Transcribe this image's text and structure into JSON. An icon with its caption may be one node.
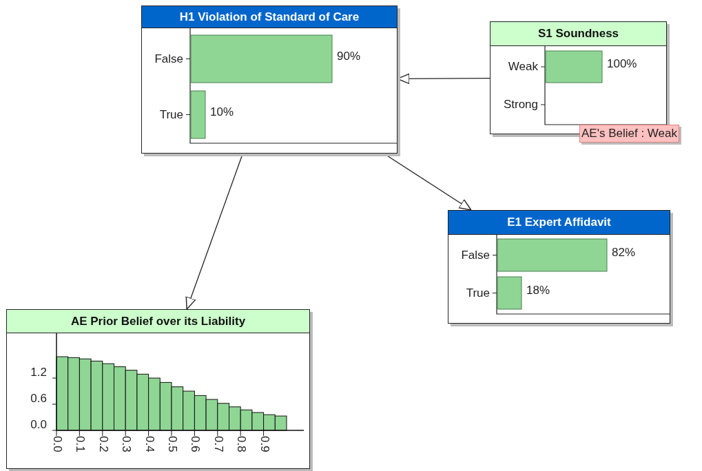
{
  "diagram": {
    "nodes": [
      {
        "text": [
          "H1 Violation of Standard of Care",
          "False",
          "90%",
          "True",
          "10%"
        ]
      },
      {
        "text": [
          "S1 Soundness",
          "Weak",
          "100%",
          "Strong",
          "AE's Belief : Weak"
        ]
      },
      {
        "text": [
          "E1 Expert Affidavit",
          "False",
          "82%",
          "True",
          "18%"
        ]
      },
      {
        "text": [
          "AE Prior Belief over its Liability",
          "1.2",
          "0.6",
          "0.0",
          "0.0",
          "0.1",
          "0.2",
          "0.3",
          "0.4",
          "0.5",
          "0.6",
          "0.7",
          "0.8",
          "0.9"
        ]
      }
    ],
    "edges": [
      {
        "from": 1,
        "to": 0,
        "arrow": "to"
      },
      {
        "from": 0,
        "to": 2,
        "arrow": "to"
      },
      {
        "from": 0,
        "to": 3,
        "arrow": "to"
      }
    ]
  }
}
